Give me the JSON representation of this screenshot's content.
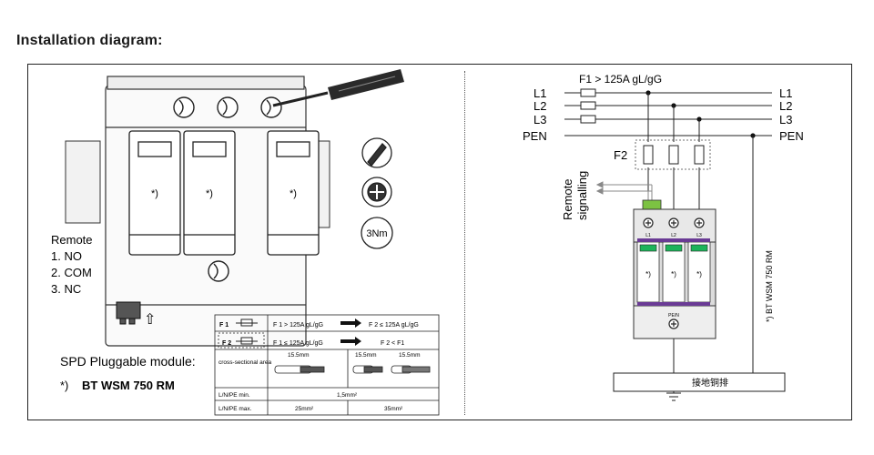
{
  "title": "Installation diagram:",
  "left_panel": {
    "remote_heading": "Remote",
    "remote_items": [
      "1. NO",
      "2. COM",
      "3. NC"
    ],
    "module_caption": "SPD Pluggable module:",
    "module_star": "*)",
    "module_name": "BT WSM 750 RM",
    "torque": "3Nm",
    "pole_mark": "*)",
    "arrow_glyph": "⇧"
  },
  "fuse_table": {
    "row1": {
      "label": "F 1",
      "condition": "F 1 > 125A gL/gG",
      "result": "F 2 ≤ 125A gL/gG"
    },
    "row2": {
      "label": "F 2",
      "condition": "F 1 ≤ 125A gL/gG",
      "result": "F 2  <  F1"
    },
    "cross_section_label": "cross-sectional area",
    "strip_length_a": "15.5mm",
    "strip_length_b": "15.5mm",
    "strip_length_c": "15.5mm",
    "min_label": "L/N/PE min.",
    "min_value": "1,5mm²",
    "max_label": "L/N/PE max.",
    "max_value_a": "25mm²",
    "max_value_b": "35mm²"
  },
  "schematic": {
    "fuse_label": "F1 > 125A gL/gG",
    "lines": [
      "L1",
      "L2",
      "L3",
      "PEN"
    ],
    "f2_label": "F2",
    "remote_label_line1": "Remote",
    "remote_label_line2": "signalling",
    "terminal_labels": [
      "L1",
      "L2",
      "L3"
    ],
    "module_mark": "*)",
    "pen_terminal": "PE/N",
    "vertical_label": "*)  BT WSM 750 RM",
    "busbar_label": "接地铜排"
  }
}
